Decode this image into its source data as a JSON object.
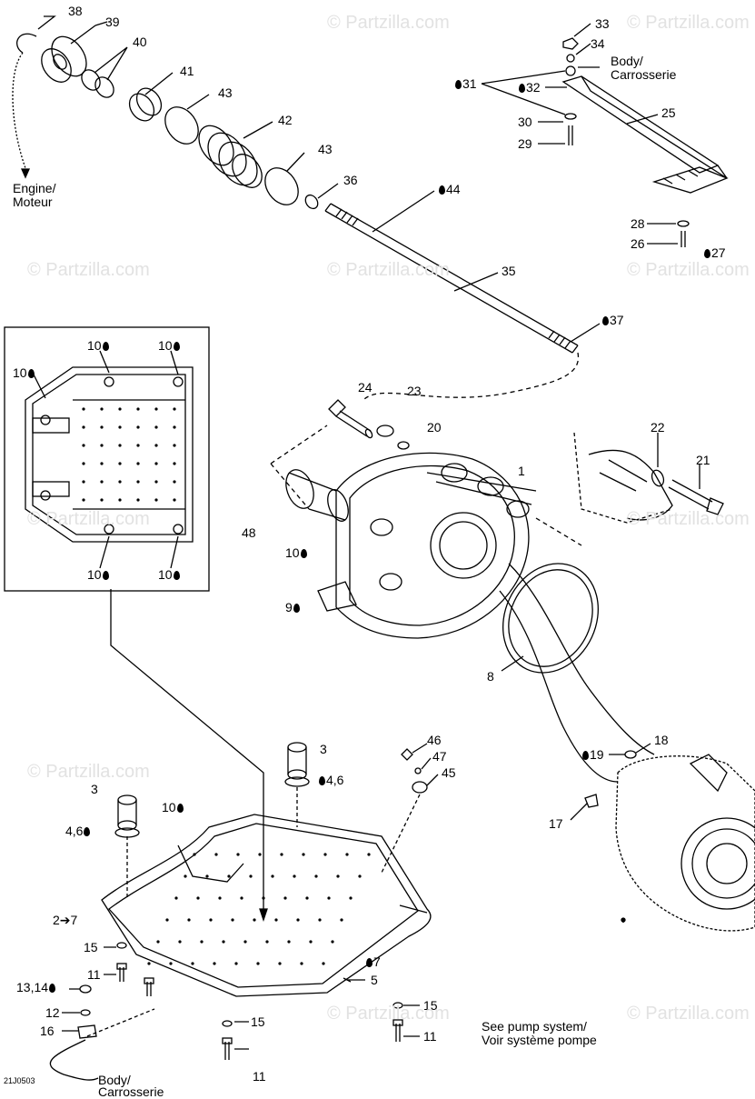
{
  "watermark": "© Partzilla.com",
  "drawing_code": "21J0503",
  "callouts": {
    "c38": "38",
    "c39": "39",
    "c40": "40",
    "c41": "41",
    "c43a": "43",
    "c42": "42",
    "c43b": "43",
    "c36": "36",
    "c44": "44",
    "c35": "35",
    "c37": "37",
    "c33": "33",
    "c34": "34",
    "c31": "31",
    "c32": "32",
    "c30": "30",
    "c29": "29",
    "c25": "25",
    "c28": "28",
    "c26": "26",
    "c27": "27",
    "c24": "24",
    "c23": "23",
    "c20": "20",
    "c1": "1",
    "c22": "22",
    "c21": "21",
    "c48": "48",
    "c10a": "10",
    "c9": "9",
    "c8": "8",
    "c3a": "3",
    "c3b": "3",
    "c46": "46",
    "c47": "47",
    "c45": "45",
    "c46b": "4,6",
    "c46a": "4,6",
    "c10b": "10",
    "c18": "18",
    "c19": "19",
    "c17": "17",
    "c2to7": "2➔7",
    "c7": "7",
    "c5": "5",
    "c15a": "15",
    "c11a": "11",
    "c1314": "13,14",
    "c12": "12",
    "c16": "16",
    "c15b": "15",
    "c15c": "15",
    "c11b": "11",
    "c11c": "11",
    "in10a": "10",
    "in10b": "10",
    "in10c": "10",
    "in10d": "10",
    "in10e": "10"
  },
  "notes": {
    "engine_line1": "Engine/",
    "engine_line2": "Moteur",
    "body_top_line1": "Body/",
    "body_top_line2": "Carrosserie",
    "body_bottom_line1": "Body/",
    "body_bottom_line2": "Carrosserie",
    "pump_line1": "See pump system/",
    "pump_line2": "Voir système pompe"
  }
}
